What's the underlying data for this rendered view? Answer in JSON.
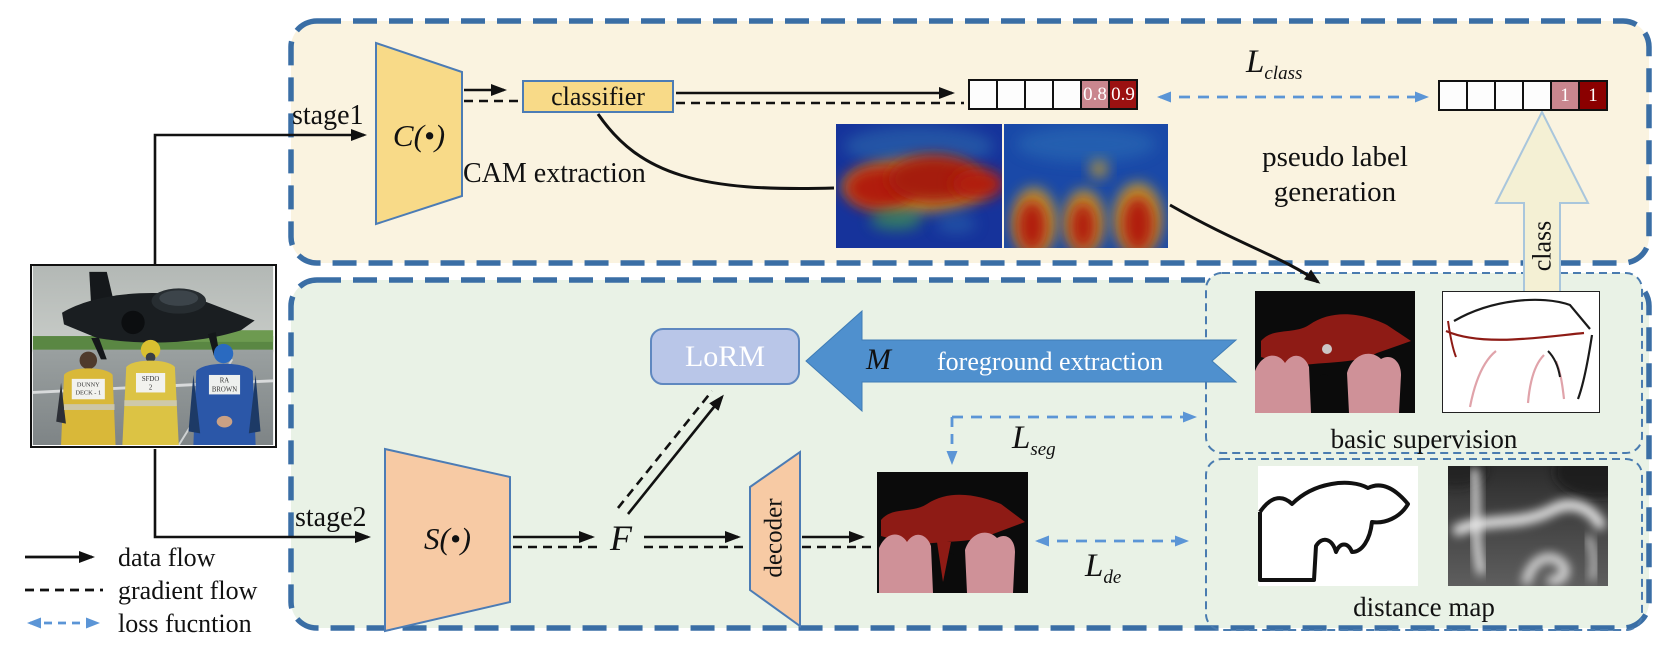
{
  "figure": {
    "type": "two-stage weakly-supervised segmentation framework diagram"
  },
  "colors": {
    "top_panel_bg": "#faf3e0",
    "bottom_panel_bg": "#e9f2e6",
    "panel_border": "#3a6ea5",
    "inner_box_border": "#4a7cb0",
    "encoder_c_fill": "#f8da88",
    "encoder_s_fill": "#f7caa4",
    "shape_border": "#4c7cb5",
    "lorm_fill": "#b9c6e8",
    "foreground_arrow_blue": "#4f90ce",
    "loss_arrow_blue": "#5b95d6",
    "cell_pink": "#c9868e",
    "cell_dark_red": "#9b1111",
    "class_arrow_fill": "#f4f0d4"
  },
  "top_panel": {
    "stage_label": "stage1",
    "encoder": "C(•)",
    "classifier": "classifier",
    "cam_extraction": "CAM extraction",
    "pred_cells": [
      "",
      "",
      "",
      "",
      "0.8",
      "0.9"
    ],
    "label_cells": [
      "",
      "",
      "",
      "",
      "1",
      "1"
    ],
    "loss_class": {
      "base": "L",
      "sub": "class"
    },
    "pseudo_line1": "pseudo label",
    "pseudo_line2": "generation",
    "class_arrow_label": "class"
  },
  "bottom_panel": {
    "stage_label": "stage2",
    "encoder": "S(•)",
    "feature": "F",
    "decoder": "decoder",
    "lorm": "LoRM",
    "mask_symbol": "M",
    "foreground_extraction": "foreground extraction",
    "loss_seg": {
      "base": "L",
      "sub": "seg"
    },
    "loss_de": {
      "base": "L",
      "sub": "de"
    },
    "basic_supervision": "basic supervision",
    "distance_map": "distance map"
  },
  "legend": {
    "data_flow": "data flow",
    "gradient_flow": "gradient flow",
    "loss_function": "loss fucntion"
  },
  "photo": {
    "vest_left_line1": "DUNNY",
    "vest_left_line2": "DECK - 1",
    "vest_mid_line1": "SFDO",
    "vest_mid_line2": "2",
    "vest_right_line1": "RA",
    "vest_right_line2": "BROWN"
  }
}
